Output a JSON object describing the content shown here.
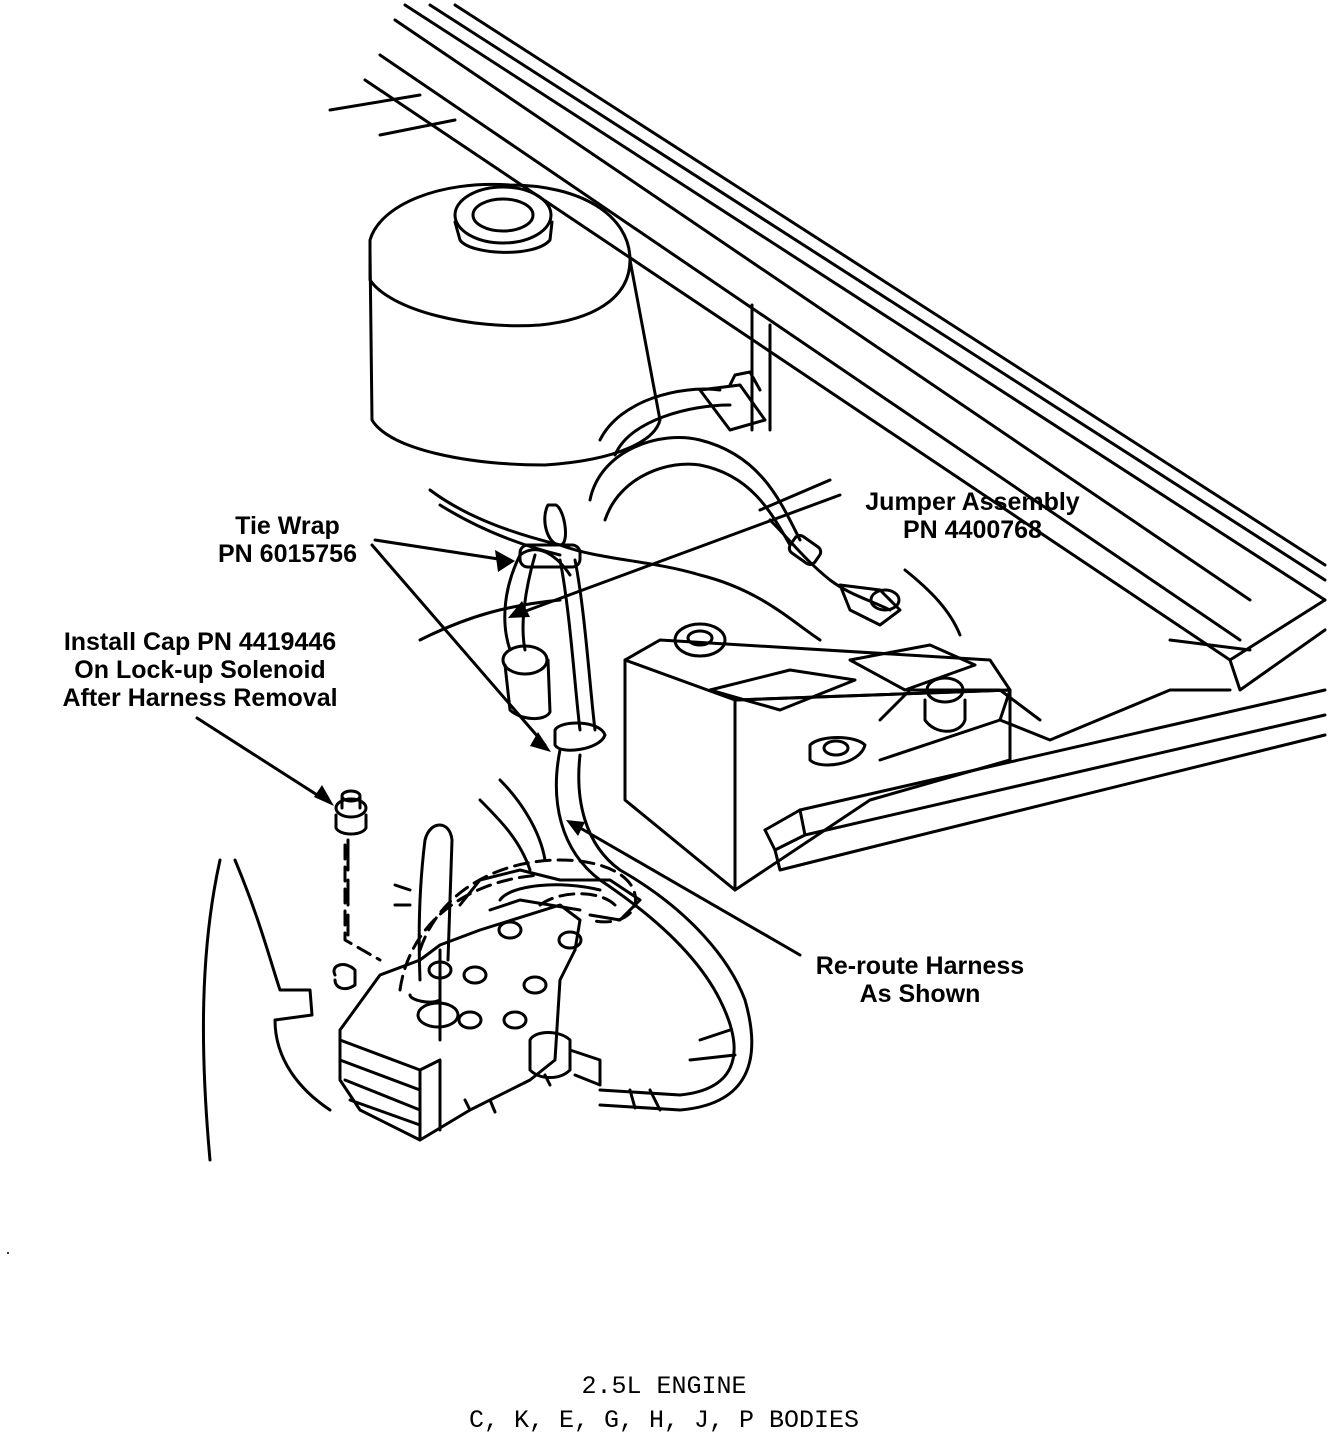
{
  "callouts": {
    "tie_wrap": {
      "line1": "Tie Wrap",
      "line2": "PN 6015756"
    },
    "jumper": {
      "line1": "Jumper Assembly",
      "line2": "PN 4400768"
    },
    "cap": {
      "line1": "Install Cap PN 4419446",
      "line2": "On Lock-up Solenoid",
      "line3": "After Harness Removal"
    },
    "reroute": {
      "line1": "Re-route Harness",
      "line2": "As Shown"
    }
  },
  "caption": {
    "line1": "2.5L ENGINE",
    "line2": "C, K, E, G, H, J, P BODIES"
  },
  "colors": {
    "ink": "#000000",
    "paper": "#ffffff"
  }
}
